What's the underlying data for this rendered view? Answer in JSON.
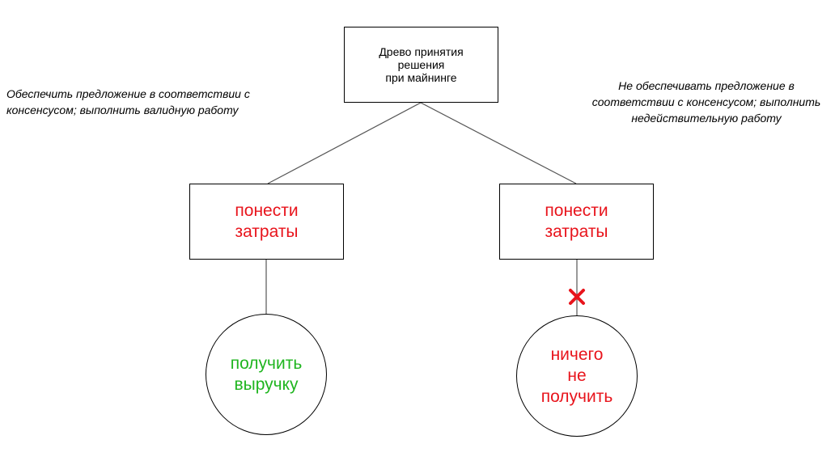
{
  "colors": {
    "line": "#555555",
    "cost_text": "#e8141c",
    "revenue_text": "#1fb51f",
    "nothing_text": "#e8141c",
    "x_mark": "#e8141c"
  },
  "root": {
    "label": "Древо принятия\nрешения\nпри майнинге"
  },
  "branch_left": {
    "note": "Обеспечить предложение в соответствии с\nконсенсусом; выполнить валидную работу",
    "cost_label": "понести\nзатраты",
    "outcome_label": "получить\nвыручку"
  },
  "branch_right": {
    "note": "Не обеспечивать предложение в\nсоответствии с консенсусом; выполнить\nнедействительную работу",
    "cost_label": "понести\nзатраты",
    "outcome_label": "ничего\nне\nполучить",
    "blocked_icon": "x-mark-icon"
  }
}
